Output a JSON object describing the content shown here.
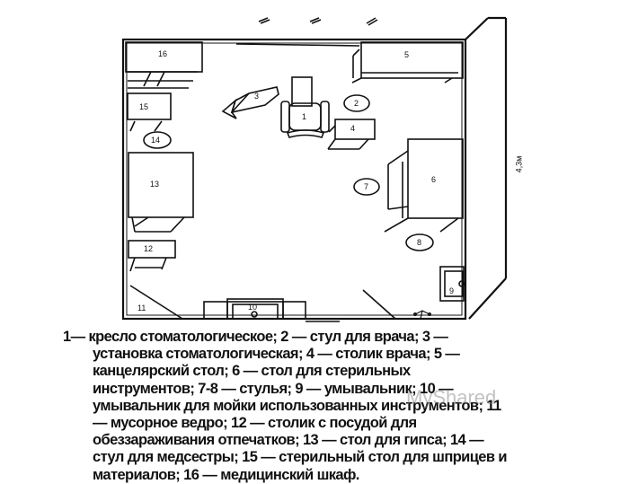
{
  "plan": {
    "labels": [
      "1",
      "2",
      "3",
      "4",
      "5",
      "6",
      "7",
      "8",
      "9",
      "10",
      "11",
      "12",
      "13",
      "14",
      "15",
      "16"
    ],
    "dimension": "4,3м"
  },
  "caption": {
    "lines": [
      "1— кресло стоматологическое; 2 — стул для врача; 3 —",
      "установка стоматологическая; 4 — столик врача; 5 —",
      "канцелярский стол; 6 — стол для стерильных",
      "инструментов; 7-8 — стулья; 9 — умывальник; 10 —",
      "умывальник для мойки использованных инструментов; 11",
      "— мусорное ведро; 12 — столик с посудой для",
      "обеззараживания отпечатков; 13 — стол для гипса; 14 —",
      "стул для медсестры; 15 — стерильный стол для шприцев и",
      "материалов; 16 — медицинский шкаф."
    ]
  },
  "watermark": "MyShared"
}
